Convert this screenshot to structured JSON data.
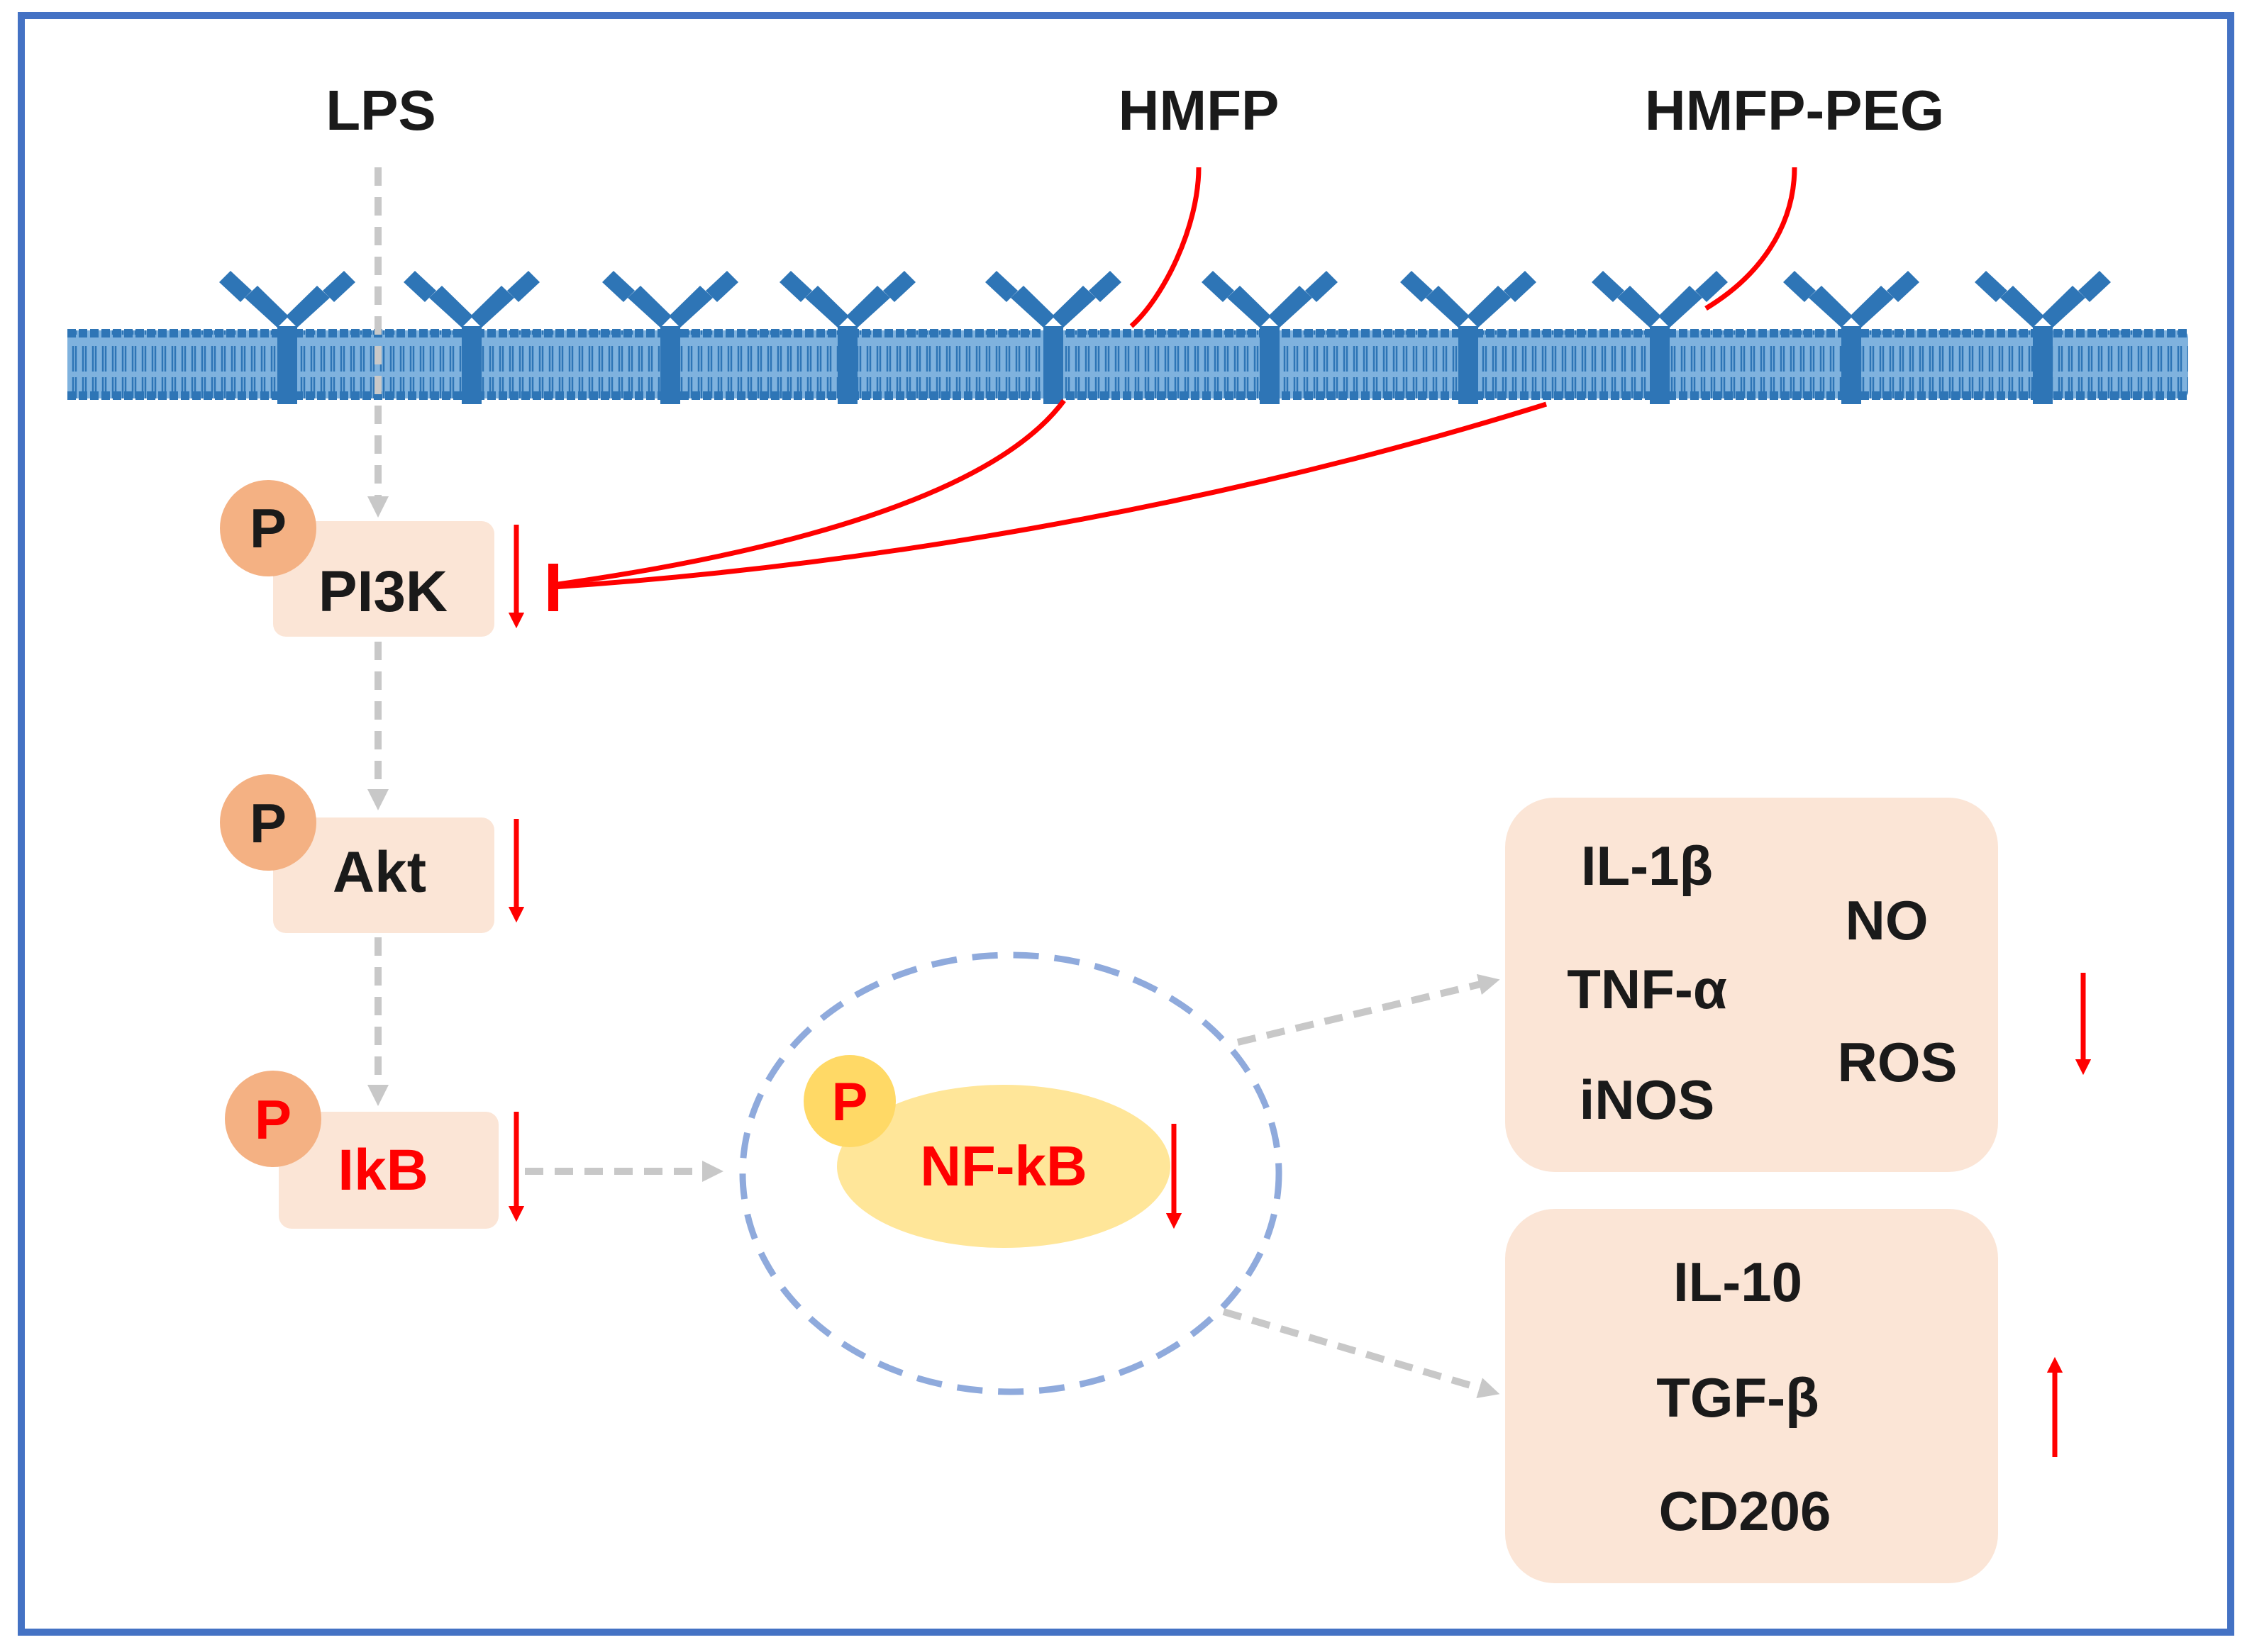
{
  "colors": {
    "frame": "#4472c4",
    "membrane": "#2e75b6",
    "receptor": "#2e75b6",
    "inhibit_line": "#ff0000",
    "down_arrow": "#ff0000",
    "up_arrow": "#ff0000",
    "grey_arrow": "#c8c8c8",
    "protein_box": "#fbe5d6",
    "phospho_circle": "#f4b183",
    "nfkb_ellipse": "#ffe699",
    "nfkb_phospho": "#ffd966",
    "nucleus_border": "#8faadc",
    "text_dark": "#1a1a1a",
    "text_red": "#ff0000"
  },
  "stimuli": {
    "lps": "LPS",
    "hmfp": "HMFP",
    "hmfp_peg": "HMFP-PEG"
  },
  "pathway": {
    "phospho_label": "P",
    "pi3k": "PI3K",
    "akt": "Akt",
    "ikb": "IkB",
    "nfkb": "NF-kB"
  },
  "pro_inflammatory": {
    "left": [
      "IL-1β",
      "TNF-α",
      "iNOS"
    ],
    "right": [
      "NO",
      "ROS"
    ],
    "trend": "down"
  },
  "anti_inflammatory": {
    "items": [
      "IL-10",
      "TGF-β",
      "CD206"
    ],
    "trend": "up"
  }
}
